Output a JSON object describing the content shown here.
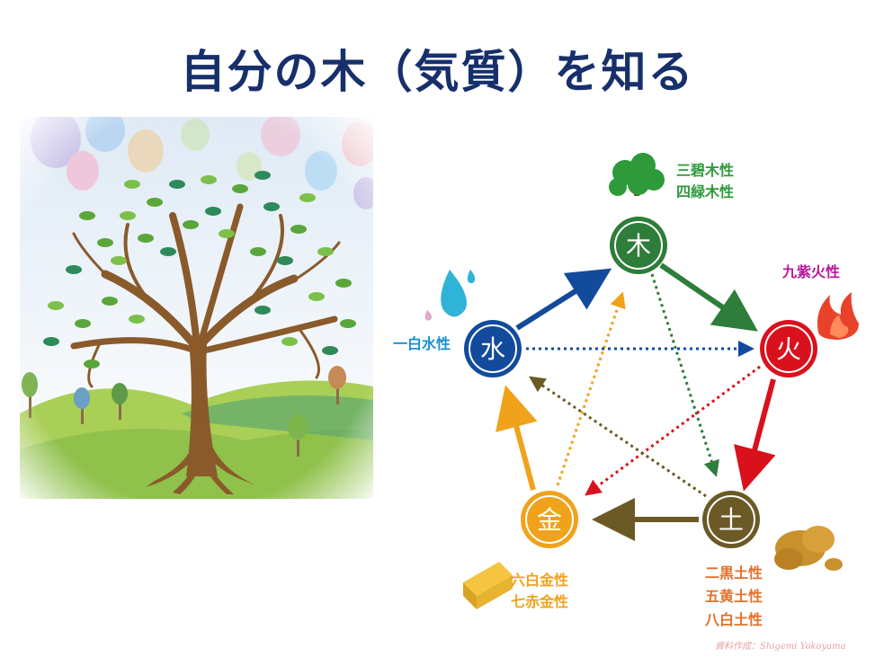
{
  "title": "自分の木（気質）を知る",
  "elements": {
    "wood": {
      "char": "木",
      "color": "#2e7d3a"
    },
    "fire": {
      "char": "火",
      "color": "#d9111d"
    },
    "earth": {
      "char": "土",
      "color": "#6b5a26"
    },
    "metal": {
      "char": "金",
      "color": "#f0a21b"
    },
    "water": {
      "char": "水",
      "color": "#134b9c"
    }
  },
  "labels": {
    "wood": {
      "line1": "三碧木性",
      "line2": "四緑木性",
      "color": "#2e9a3a"
    },
    "fire": {
      "line1": "九紫火性",
      "color": "#b8179a"
    },
    "water": {
      "line1": "一白水性",
      "color": "#1a8fd0"
    },
    "metal": {
      "line1": "六白金性",
      "line2": "七赤金性",
      "color": "#f0a21b"
    },
    "earth": {
      "line1": "二黒土性",
      "line2": "五黄土性",
      "line3": "八白土性",
      "color": "#e2712a"
    }
  },
  "credit": "資料作成：Shigemi Yokoyama",
  "icons": [
    "tree-illustration",
    "tree-icon",
    "flame-icon",
    "water-drop-icon",
    "gold-bar-icon",
    "earth-cloud-icon"
  ]
}
